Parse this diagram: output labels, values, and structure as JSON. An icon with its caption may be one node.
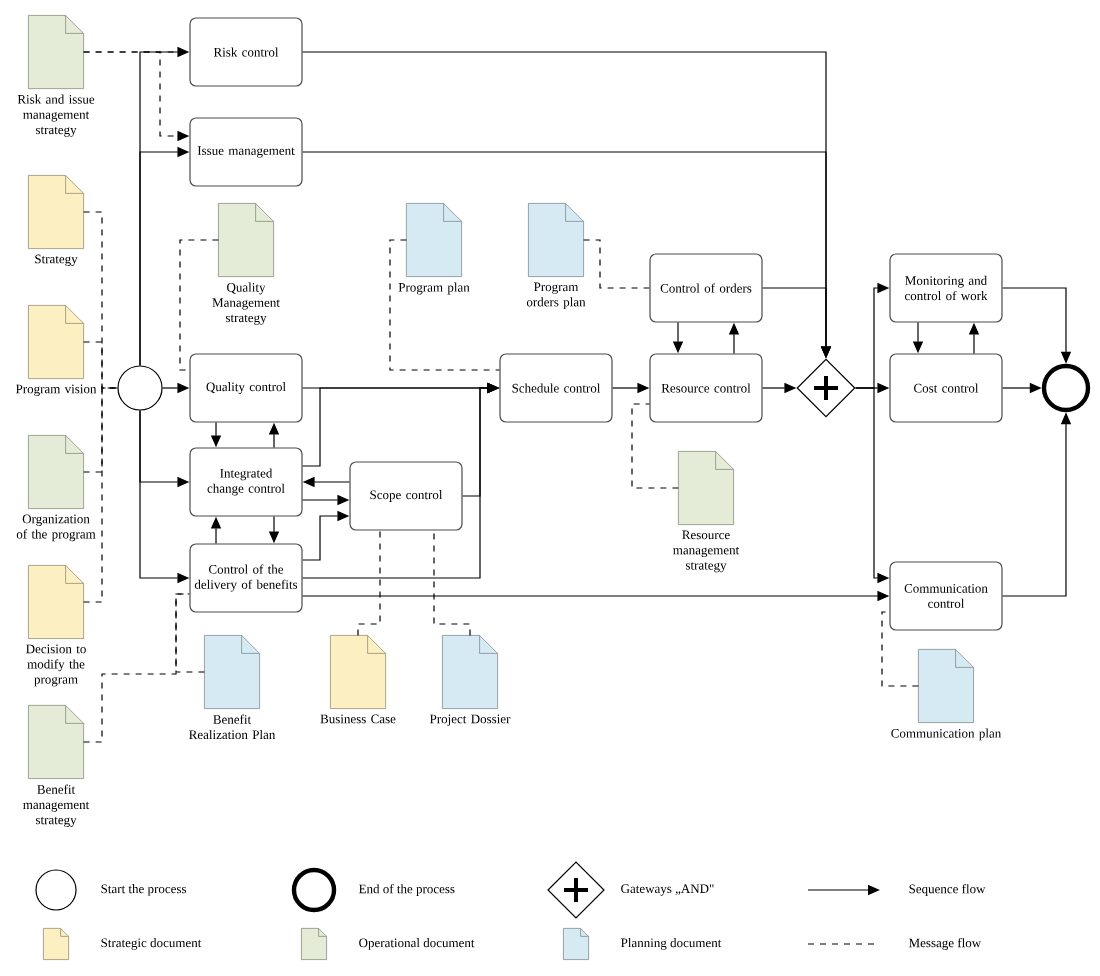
{
  "diagram": {
    "nodes": [
      {
        "text": [
          "Risk control"
        ]
      },
      {
        "text": [
          "Issue management"
        ]
      },
      {
        "text": [
          "Risk and issue management strategy"
        ]
      },
      {
        "text": [
          "Strategy"
        ]
      },
      {
        "text": [
          "Program vision"
        ]
      },
      {
        "text": [
          "Quality Management strategy"
        ]
      },
      {
        "text": [
          "Program plan"
        ]
      },
      {
        "text": [
          "Program orders plan"
        ]
      },
      {
        "text": [],
        "shape": "circle"
      },
      {
        "text": [
          "Quality control"
        ]
      },
      {
        "text": [
          "Schedule control"
        ]
      },
      {
        "text": [
          "Control of orders"
        ]
      },
      {
        "text": [
          "Resource control"
        ]
      },
      {
        "text": [],
        "shape": "diamond"
      },
      {
        "text": [
          "Monitoring and control of work"
        ]
      },
      {
        "text": [
          "Cost control"
        ]
      },
      {
        "text": [],
        "shape": "circle"
      },
      {
        "text": [
          "Organization of the program"
        ]
      },
      {
        "text": [
          "Integrated change control"
        ]
      },
      {
        "text": [
          "Scope control"
        ]
      },
      {
        "text": [
          "Control of the delivery of benefits"
        ]
      },
      {
        "text": [
          "Resource management strategy"
        ]
      },
      {
        "text": [
          "Communication control"
        ]
      },
      {
        "text": [
          "Decision to modify the program"
        ]
      },
      {
        "text": [
          "Benefit Realization Plan"
        ]
      },
      {
        "text": [
          "Business Case"
        ]
      },
      {
        "text": [
          "Project Dossier"
        ]
      },
      {
        "text": [
          "Communication plan"
        ]
      },
      {
        "text": [
          "Benefit management strategy"
        ]
      }
    ],
    "edges": [
      {
        "from": 8,
        "to": 0,
        "arrow": "to"
      },
      {
        "from": 8,
        "to": 1,
        "arrow": "to"
      },
      {
        "from": 8,
        "to": 9,
        "arrow": "to"
      },
      {
        "from": 8,
        "to": 18,
        "arrow": "to"
      },
      {
        "from": 8,
        "to": 20,
        "arrow": "to"
      },
      {
        "from": 0,
        "to": 13,
        "arrow": "to"
      },
      {
        "from": 1,
        "to": 13,
        "arrow": "to"
      },
      {
        "from": 9,
        "to": 10,
        "arrow": "to"
      },
      {
        "from": 18,
        "to": 10,
        "arrow": "to"
      },
      {
        "from": 19,
        "to": 10,
        "arrow": "to"
      },
      {
        "from": 20,
        "to": 10,
        "arrow": "to"
      },
      {
        "from": 10,
        "to": 12,
        "arrow": "to"
      },
      {
        "from": 11,
        "to": 12,
        "arrow": "to"
      },
      {
        "from": 12,
        "to": 11,
        "arrow": "to"
      },
      {
        "from": 11,
        "to": 13,
        "arrow": "to"
      },
      {
        "from": 12,
        "to": 13,
        "arrow": "to"
      },
      {
        "from": 13,
        "to": 14,
        "arrow": "to"
      },
      {
        "from": 13,
        "to": 15,
        "arrow": "to"
      },
      {
        "from": 13,
        "to": 22,
        "arrow": "to"
      },
      {
        "from": 14,
        "to": 15,
        "arrow": "to"
      },
      {
        "from": 15,
        "to": 14,
        "arrow": "to"
      },
      {
        "from": 14,
        "to": 16,
        "arrow": "to"
      },
      {
        "from": 15,
        "to": 16,
        "arrow": "to"
      },
      {
        "from": 22,
        "to": 16,
        "arrow": "to"
      },
      {
        "from": 9,
        "to": 18,
        "arrow": "to"
      },
      {
        "from": 18,
        "to": 9,
        "arrow": "to"
      },
      {
        "from": 18,
        "to": 20,
        "arrow": "to"
      },
      {
        "from": 20,
        "to": 18,
        "arrow": "to"
      },
      {
        "from": 19,
        "to": 18,
        "arrow": "to"
      },
      {
        "from": 18,
        "to": 19,
        "arrow": "to"
      },
      {
        "from": 20,
        "to": 19,
        "arrow": "to"
      },
      {
        "from": 20,
        "to": 22,
        "arrow": "to"
      },
      {
        "from": 2,
        "to": 0,
        "arrow": "none",
        "style": "dashed"
      },
      {
        "from": 2,
        "to": 1,
        "arrow": "to",
        "style": "dashed"
      },
      {
        "from": 3,
        "to": 8,
        "arrow": "none",
        "style": "dashed"
      },
      {
        "from": 4,
        "to": 8,
        "arrow": "none",
        "style": "dashed"
      },
      {
        "from": 17,
        "to": 8,
        "arrow": "none",
        "style": "dashed"
      },
      {
        "from": 23,
        "to": 8,
        "arrow": "none",
        "style": "dashed"
      },
      {
        "from": 5,
        "to": 9,
        "arrow": "none",
        "style": "dashed"
      },
      {
        "from": 6,
        "to": 10,
        "arrow": "none",
        "style": "dashed"
      },
      {
        "from": 7,
        "to": 11,
        "arrow": "none",
        "style": "dashed"
      },
      {
        "from": 21,
        "to": 12,
        "arrow": "none",
        "style": "dashed"
      },
      {
        "from": 25,
        "to": 19,
        "arrow": "none",
        "style": "dashed"
      },
      {
        "from": 26,
        "to": 19,
        "arrow": "none",
        "style": "dashed"
      },
      {
        "from": 27,
        "to": 22,
        "arrow": "none",
        "style": "dashed"
      },
      {
        "from": 24,
        "to": 20,
        "arrow": "none",
        "style": "dashed"
      },
      {
        "from": 28,
        "to": 20,
        "arrow": "none",
        "style": "dashed"
      }
    ],
    "legend": [
      {
        "text": "Start the process"
      },
      {
        "text": "End of the process"
      },
      {
        "text": "Gateways „AND\""
      },
      {
        "text": "Sequence flow"
      },
      {
        "text": "Strategic document",
        "color": "#fcefc2"
      },
      {
        "text": "Operational document",
        "color": "#e4ebd6"
      },
      {
        "text": "Planning document",
        "color": "#d5eaf3"
      },
      {
        "text": "Message flow"
      }
    ]
  }
}
